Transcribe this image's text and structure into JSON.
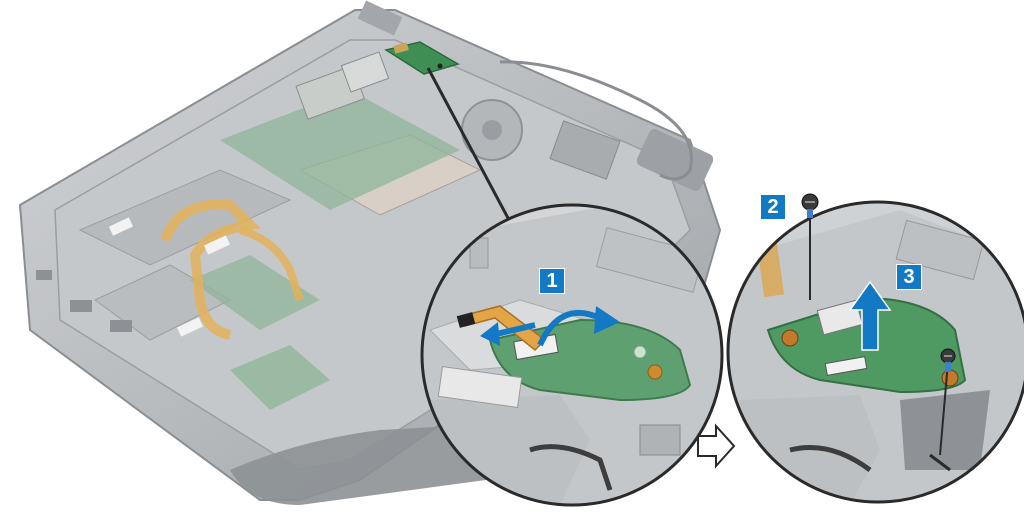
{
  "figure": {
    "steps": [
      {
        "number": "1",
        "action": "disconnect-cable"
      },
      {
        "number": "2",
        "action": "remove-screws"
      },
      {
        "number": "3",
        "action": "lift-board"
      }
    ],
    "colors": {
      "badge": "#1479c4",
      "arrow": "#1479c4",
      "chassis": "#b9bcbf",
      "board": "#4f9a63",
      "flex_cable": "#e0a94a",
      "callout_border": "#2a2a2a"
    },
    "icons": [
      "magnifier-leader-line",
      "next-step-arrow-icon",
      "screw-icon",
      "curved-arrow-icon",
      "lift-arrow-icon"
    ]
  }
}
